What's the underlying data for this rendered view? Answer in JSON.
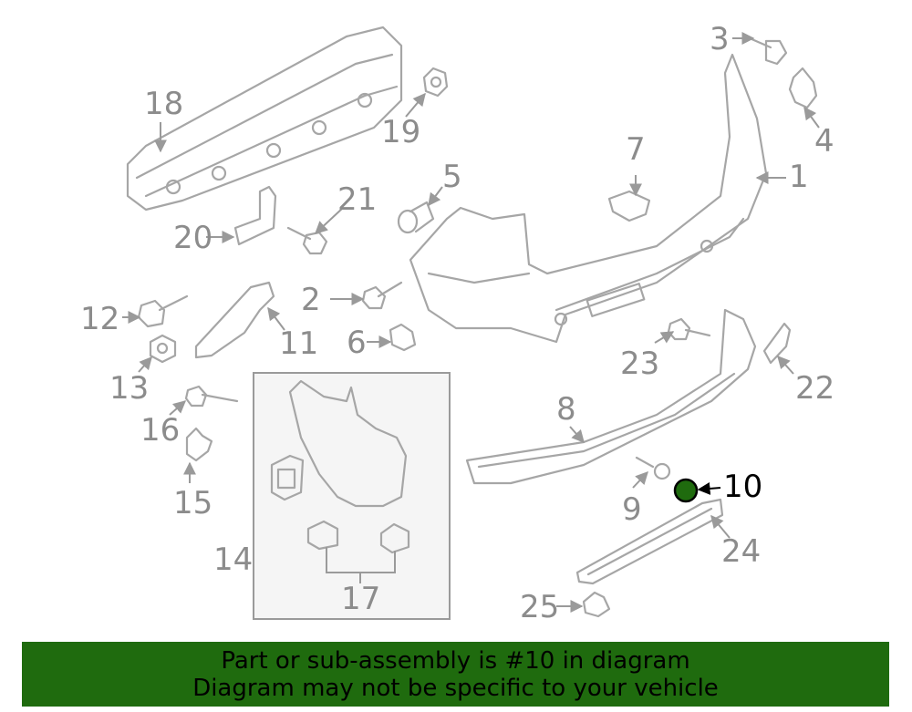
{
  "diagram": {
    "highlighted_part": "10",
    "highlight_color": "#1f6b0e",
    "callouts": {
      "c1": "1",
      "c2": "2",
      "c3": "3",
      "c4": "4",
      "c5": "5",
      "c6": "6",
      "c7": "7",
      "c8": "8",
      "c9": "9",
      "c10": "10",
      "c11": "11",
      "c12": "12",
      "c13": "13",
      "c14": "14",
      "c15": "15",
      "c16": "16",
      "c17": "17",
      "c18": "18",
      "c19": "19",
      "c20": "20",
      "c21": "21",
      "c22": "22",
      "c23": "23",
      "c24": "24",
      "c25": "25"
    }
  },
  "banner": {
    "line1": "Part or sub-assembly is #10 in diagram",
    "line2": "Diagram may not be specific to your vehicle",
    "background": "#1f6b0e"
  }
}
